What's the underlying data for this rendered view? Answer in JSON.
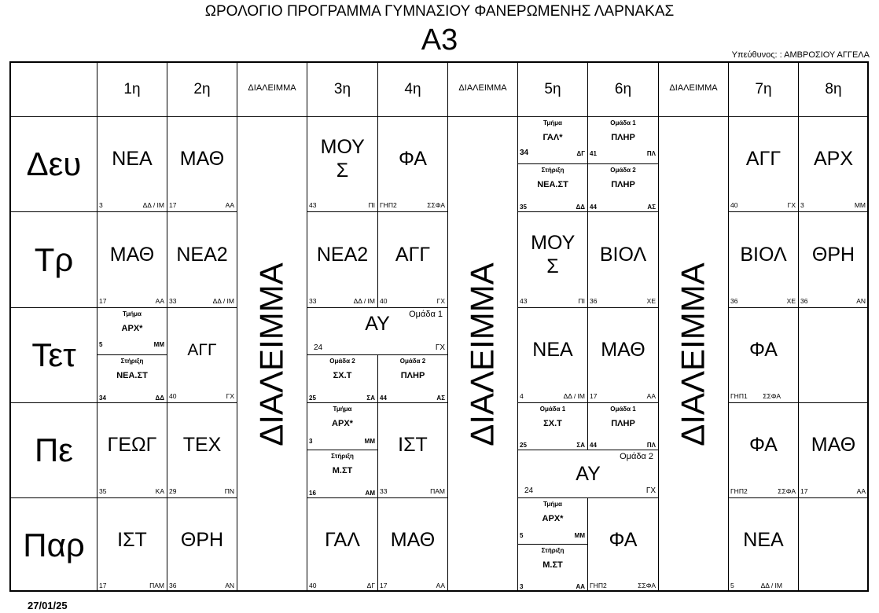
{
  "header": {
    "school_title": "ΩΡΟΛΟΓΙΟ ΠΡΟΓΡΑΜΜΑ ΓΥΜΝΑΣΙΟΥ ΦΑΝΕΡΩΜΕΝΗΣ ΛΑΡΝΑΚΑΣ",
    "class_code": "Α3",
    "teacher_line": "Υπεύθυνος: : ΑΜΒΡΟΣΙΟΥ ΑΓΓΕΛΑ"
  },
  "periods": [
    "1η",
    "2η",
    "3η",
    "4η",
    "5η",
    "6η",
    "7η",
    "8η"
  ],
  "break_label": "ΔΙΑΛΕΙΜΜΑ",
  "break_column_label": "ΔΙΑΛΕΙΜΜΑ",
  "days": [
    "Δευ",
    "Τρ",
    "Τετ",
    "Πε",
    "Παρ"
  ],
  "lessons": [
    {
      "subject": "ΝΕΑ",
      "room": "3",
      "teacher": "ΔΔ / ΙΜ"
    },
    {
      "subject": "ΜΑΘ",
      "room": "17",
      "teacher": "ΑΑ"
    },
    {
      "subject": "ΜΟΥ Σ",
      "room": "43",
      "teacher": "ΠΙ"
    },
    {
      "subject": "ΦΑ",
      "room": "ΓΗΠ2",
      "teacher": "ΣΣΦΑ"
    },
    {
      "subject": "ΑΓΓ",
      "room": "40",
      "teacher": "ΓΧ"
    },
    {
      "subject": "ΑΡΧ",
      "room": "3",
      "teacher": "ΜΜ"
    },
    {
      "subject": "ΜΑΘ",
      "room": "17",
      "teacher": "ΑΑ"
    },
    {
      "subject": "ΝΕΑ2",
      "room": "33",
      "teacher": "ΔΔ / ΙΜ"
    },
    {
      "subject": "ΝΕΑ2",
      "room": "33",
      "teacher": "ΔΔ / ΙΜ"
    },
    {
      "subject": "ΑΓΓ",
      "room": "40",
      "teacher": "ΓΧ"
    },
    {
      "subject": "ΜΟΥ Σ",
      "room": "43",
      "teacher": "ΠΙ"
    },
    {
      "subject": "ΒΙΟΛ",
      "room": "36",
      "teacher": "ΧΕ"
    },
    {
      "subject": "ΒΙΟΛ",
      "room": "36",
      "teacher": "ΧΕ"
    },
    {
      "subject": "ΘΡΗ",
      "room": "36",
      "teacher": "ΑΝ"
    },
    {
      "subject": "ΑΓΓ",
      "room": "40",
      "teacher": "ΓΧ"
    },
    {
      "subject": "ΑΥ",
      "room": "24",
      "teacher": "ΓΧ",
      "group": "Ομάδα 1"
    },
    {
      "subject": "ΝΕΑ",
      "room": "4",
      "teacher": "ΔΔ / ΙΜ"
    },
    {
      "subject": "ΜΑΘ",
      "room": "17",
      "teacher": "ΑΑ"
    },
    {
      "subject": "ΦΑ",
      "room": "ΓΗΠ1",
      "teacher": "ΣΣΦΑ"
    },
    {
      "subject": "ΓΕΩΓ",
      "room": "35",
      "teacher": "ΚΑ"
    },
    {
      "subject": "ΤΕΧ",
      "room": "29",
      "teacher": "ΠΝ"
    },
    {
      "subject": "ΙΣΤ",
      "room": "33",
      "teacher": "ΠΑΜ"
    },
    {
      "subject": "ΑΥ",
      "room": "24",
      "teacher": "ΓΧ",
      "group": "Ομάδα 2"
    },
    {
      "subject": "ΦΑ",
      "room": "ΓΗΠ2",
      "teacher": "ΣΣΦΑ"
    },
    {
      "subject": "ΜΑΘ",
      "room": "17",
      "teacher": "ΑΑ"
    },
    {
      "subject": "ΙΣΤ",
      "room": "17",
      "teacher": "ΠΑΜ"
    },
    {
      "subject": "ΘΡΗ",
      "room": "36",
      "teacher": "ΑΝ"
    },
    {
      "subject": "ΓΑΛ",
      "room": "40",
      "teacher": "ΔΓ"
    },
    {
      "subject": "ΜΑΘ",
      "room": "17",
      "teacher": "ΑΑ"
    },
    {
      "subject": "ΦΑ",
      "room": "ΓΗΠ2",
      "teacher": "ΣΣΦΑ"
    },
    {
      "subject": "ΝΕΑ",
      "room": "5",
      "teacher": "ΔΔ / ΙΜ"
    }
  ],
  "split_lessons": [
    {
      "label": "Τμήμα",
      "subject": "ΓΑΛ*",
      "room": "34",
      "teacher": "ΔΓ"
    },
    {
      "label": "Στήριξη",
      "subject": "ΝΕΑ.ΣΤ",
      "room": "35",
      "teacher": "ΔΔ"
    },
    {
      "label": "Ομάδα 1",
      "subject": "ΠΛΗΡ",
      "room": "41",
      "teacher": "ΠΛ"
    },
    {
      "label": "Ομάδα 2",
      "subject": "ΠΛΗΡ",
      "room": "44",
      "teacher": "ΑΣ"
    },
    {
      "label": "Τμήμα",
      "subject": "ΑΡΧ*",
      "room": "5",
      "teacher": "ΜΜ"
    },
    {
      "label": "Στήριξη",
      "subject": "ΝΕΑ.ΣΤ",
      "room": "34",
      "teacher": "ΔΔ"
    },
    {
      "label": "Ομάδα 2",
      "subject": "ΣΧ.Τ",
      "room": "25",
      "teacher": "ΣΑ"
    },
    {
      "label": "Ομάδα 2",
      "subject": "ΠΛΗΡ",
      "room": "44",
      "teacher": "ΑΣ"
    },
    {
      "label": "Τμήμα",
      "subject": "ΑΡΧ*",
      "room": "3",
      "teacher": "ΜΜ"
    },
    {
      "label": "Στήριξη",
      "subject": "Μ.ΣΤ",
      "room": "16",
      "teacher": "ΑΜ"
    },
    {
      "label": "Ομάδα 1",
      "subject": "ΣΧ.Τ",
      "room": "25",
      "teacher": "ΣΑ"
    },
    {
      "label": "Ομάδα 1",
      "subject": "ΠΛΗΡ",
      "room": "44",
      "teacher": "ΠΛ"
    },
    {
      "label": "Τμήμα",
      "subject": "ΑΡΧ*",
      "room": "5",
      "teacher": "ΜΜ"
    },
    {
      "label": "Στήριξη",
      "subject": "Μ.ΣΤ",
      "room": "3",
      "teacher": "ΑΑ"
    }
  ],
  "footer": {
    "print_date": "27/01/25"
  }
}
